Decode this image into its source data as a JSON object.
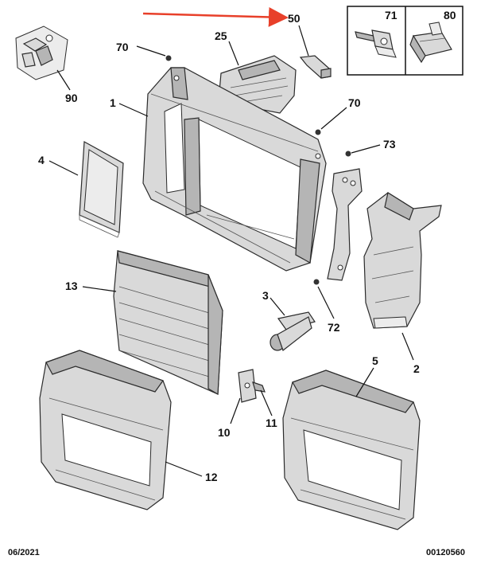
{
  "colors": {
    "arrow": "#e8402a",
    "line": "#111111",
    "part_fill": "#d9d9d9"
  },
  "callouts": {
    "c1": "1",
    "c2": "2",
    "c3": "3",
    "c4": "4",
    "c5": "5",
    "c10": "10",
    "c11": "11",
    "c12": "12",
    "c13": "13",
    "c25": "25",
    "c50": "50",
    "c70a": "70",
    "c70b": "70",
    "c71": "71",
    "c72": "72",
    "c73": "73",
    "c80": "80",
    "c90": "90"
  },
  "footer": {
    "date": "06/2021",
    "reference": "00120560"
  }
}
